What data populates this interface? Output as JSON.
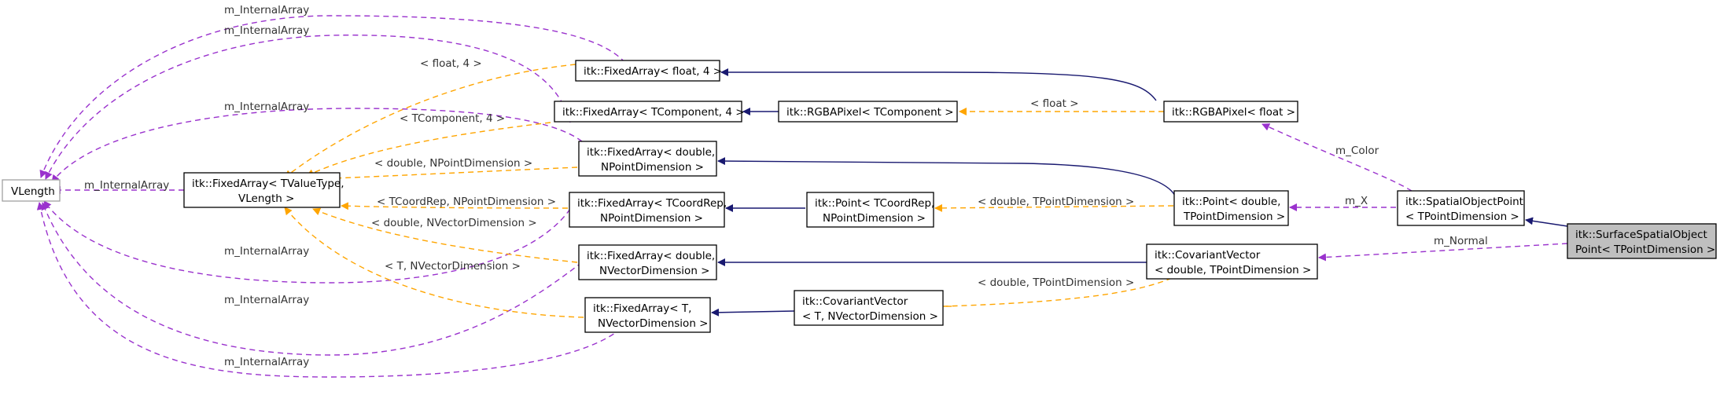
{
  "nodes": {
    "vlength": {
      "lines": [
        "VLength"
      ]
    },
    "fa_tvalue": {
      "lines": [
        "itk::FixedArray< TValueType,",
        "VLength >"
      ]
    },
    "fa_float4": {
      "lines": [
        "itk::FixedArray< float, 4 >"
      ]
    },
    "fa_tcomp4": {
      "lines": [
        "itk::FixedArray< TComponent, 4 >"
      ]
    },
    "fa_double_npd": {
      "lines": [
        "itk::FixedArray< double,",
        "NPointDimension >"
      ]
    },
    "fa_tcoord_npd": {
      "lines": [
        "itk::FixedArray< TCoordRep,",
        "NPointDimension >"
      ]
    },
    "fa_double_nvd": {
      "lines": [
        "itk::FixedArray< double,",
        "NVectorDimension >"
      ]
    },
    "fa_t_nvd": {
      "lines": [
        "itk::FixedArray< T,",
        "NVectorDimension >"
      ]
    },
    "rgba_tcomp": {
      "lines": [
        "itk::RGBAPixel< TComponent >"
      ]
    },
    "point_tcoord": {
      "lines": [
        "itk::Point< TCoordRep,",
        "NPointDimension >"
      ]
    },
    "covvec_t": {
      "lines": [
        "itk::CovariantVector",
        "< T, NVectorDimension >"
      ]
    },
    "rgba_float": {
      "lines": [
        "itk::RGBAPixel< float >"
      ]
    },
    "point_double": {
      "lines": [
        "itk::Point< double,",
        "TPointDimension >"
      ]
    },
    "covvec_double": {
      "lines": [
        "itk::CovariantVector",
        "< double, TPointDimension >"
      ]
    },
    "spatial_point": {
      "lines": [
        "itk::SpatialObjectPoint",
        "< TPointDimension >"
      ]
    },
    "surface_point": {
      "lines": [
        "itk::SurfaceSpatialObject",
        "Point< TPointDimension >"
      ]
    }
  },
  "edge_labels": {
    "internal_array": "m_InternalArray",
    "float4": "< float, 4 >",
    "tcomponent4": "< TComponent, 4 >",
    "double_npd": "< double, NPointDimension >",
    "tcoord_npd": "< TCoordRep, NPointDimension >",
    "double_nvd": "< double, NVectorDimension >",
    "t_nvd": "< T, NVectorDimension >",
    "float": "< float >",
    "double_tpd_point": "< double, TPointDimension >",
    "double_tpd_covvec": "< double, TPointDimension >",
    "m_color": "m_Color",
    "m_x": "m_X",
    "m_normal": "m_Normal"
  },
  "colors": {
    "inheritance": "#191970",
    "template": "#ffa500",
    "usage": "#9a32cd",
    "highlight_fill": "#bfbfbf"
  }
}
